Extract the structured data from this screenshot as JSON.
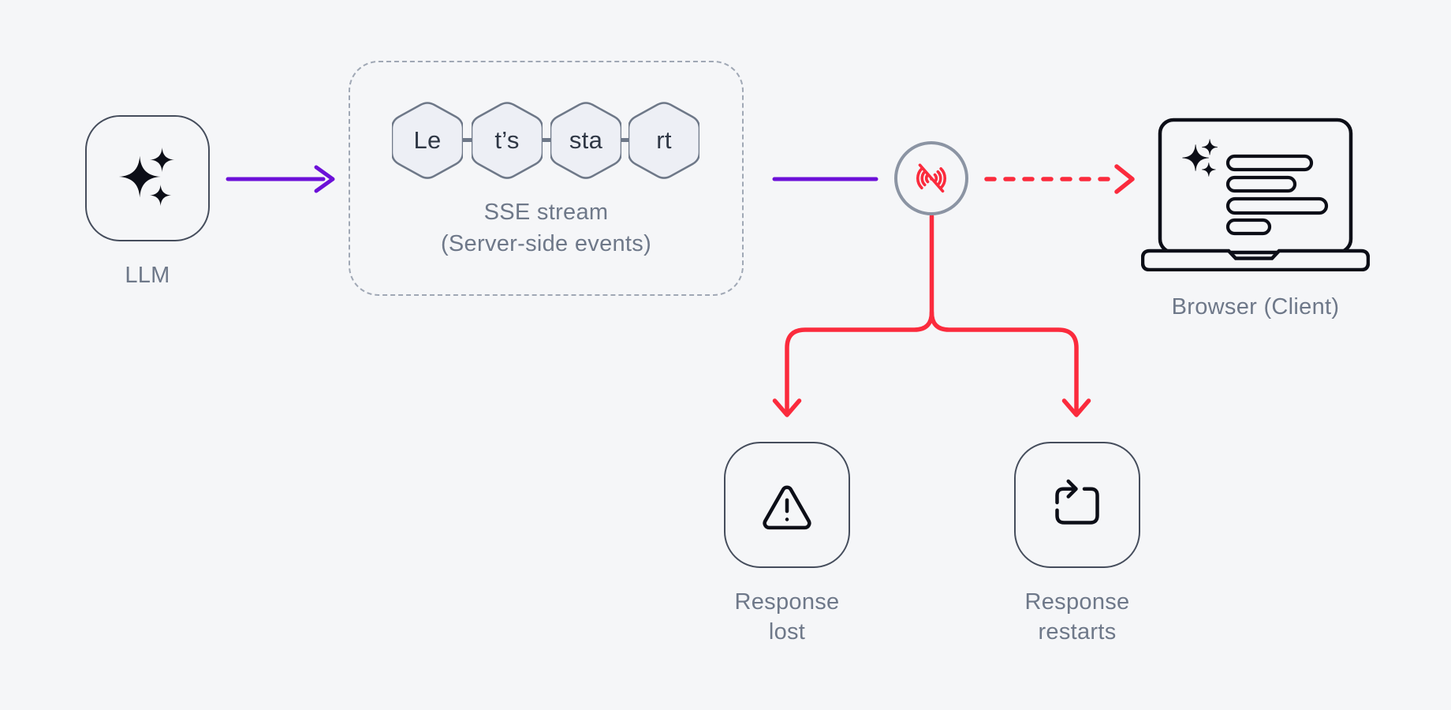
{
  "colors": {
    "bg": "#f5f6f8",
    "purple": "#6c10d8",
    "red": "#fb2b3d",
    "slate": "#6e7889",
    "slate-dark": "#2f3745",
    "node-border": "#454d5c",
    "circle-border": "#8b94a3",
    "hex-fill": "#edeff5",
    "hex-border": "#6e7888",
    "ink": "#0c0e17",
    "dash-border": "#a0a8b5",
    "bar1": "#14161f",
    "bar2": "#3f4755",
    "bar3": "#8b909b",
    "bar4": "#c5c8d0"
  },
  "nodes": {
    "llm": {
      "label": "LLM",
      "icon": "sparkles-icon"
    },
    "sse": {
      "title": "SSE stream",
      "subtitle": "(Server-side events)",
      "tokens": [
        "Le",
        "t’s",
        "sta",
        "rt"
      ]
    },
    "disconnect": {
      "icon": "signal-off-icon"
    },
    "browser": {
      "label": "Browser (Client)",
      "icon": "laptop-icon"
    },
    "outcomes": [
      {
        "id": "lost",
        "lines": [
          "Response",
          "lost"
        ],
        "icon": "alert-triangle-icon"
      },
      {
        "id": "restarts",
        "lines": [
          "Response",
          "restarts"
        ],
        "icon": "repeat-square-icon"
      }
    ]
  }
}
